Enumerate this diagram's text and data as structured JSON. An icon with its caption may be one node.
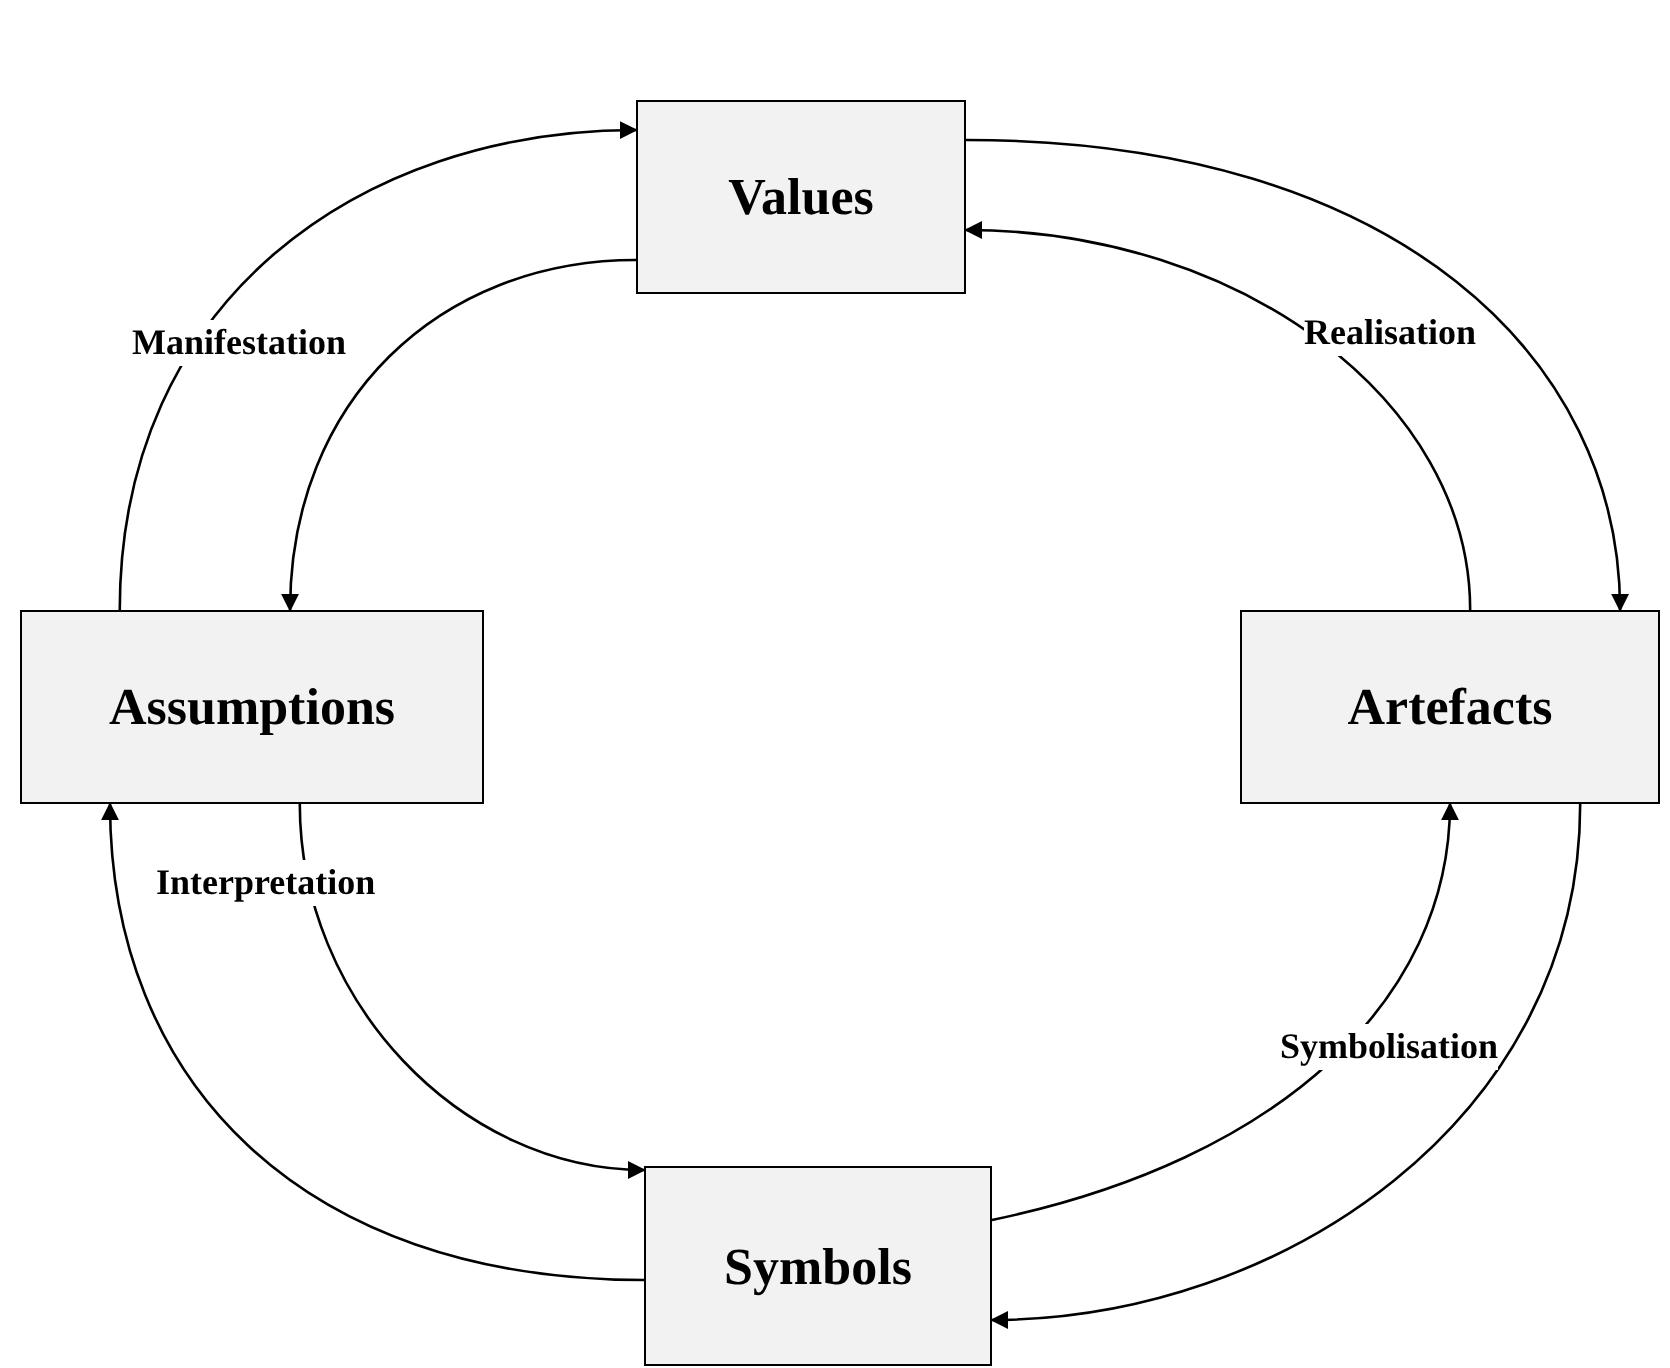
{
  "diagram": {
    "nodes": [
      {
        "text": [
          "Values"
        ]
      },
      {
        "text": [
          "Assumptions"
        ]
      },
      {
        "text": [
          "Artefacts"
        ]
      },
      {
        "text": [
          "Symbols"
        ]
      }
    ],
    "edges": [
      {
        "from": 1,
        "to": 0,
        "arrow": "to",
        "label": "Manifestation"
      },
      {
        "from": 0,
        "to": 1,
        "arrow": "to"
      },
      {
        "from": 0,
        "to": 2,
        "arrow": "to"
      },
      {
        "from": 2,
        "to": 0,
        "arrow": "to",
        "label": "Realisation"
      },
      {
        "from": 2,
        "to": 3,
        "arrow": "to"
      },
      {
        "from": 3,
        "to": 2,
        "arrow": "to",
        "label": "Symbolisation"
      },
      {
        "from": 3,
        "to": 1,
        "arrow": "to"
      },
      {
        "from": 1,
        "to": 3,
        "arrow": "to",
        "label": "Interpretation"
      }
    ]
  }
}
